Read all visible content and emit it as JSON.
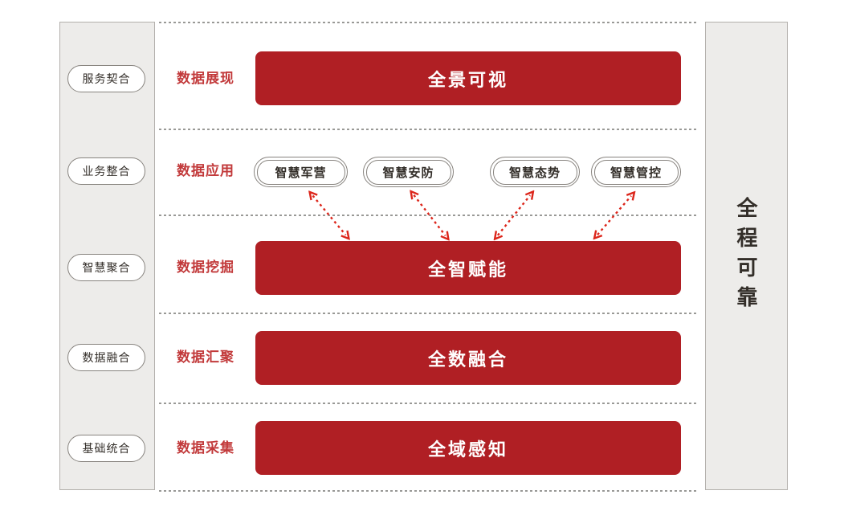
{
  "left_sidebar": {
    "items": [
      {
        "label": "服务契合"
      },
      {
        "label": "业务整合"
      },
      {
        "label": "智慧聚合"
      },
      {
        "label": "数据融合"
      },
      {
        "label": "基础统合"
      }
    ]
  },
  "right_sidebar": {
    "label": "全程可靠"
  },
  "rows": [
    {
      "label": "数据展现",
      "bar": "全景可视"
    },
    {
      "label": "数据应用",
      "apps": [
        "智慧军营",
        "智慧安防",
        "智慧态势",
        "智慧管控"
      ]
    },
    {
      "label": "数据挖掘",
      "bar": "全智赋能"
    },
    {
      "label": "数据汇聚",
      "bar": "全数融合"
    },
    {
      "label": "数据采集",
      "bar": "全域感知"
    }
  ],
  "colors": {
    "bar_red": "#B01F24",
    "label_red": "#C23A3B",
    "arrow_red": "#DC261B",
    "sidebar_fill": "#EDECEA",
    "sidebar_border": "#B3B0AC",
    "pill_border": "#87837E",
    "dotted_line": "#999996",
    "dark_text": "#332E29"
  }
}
